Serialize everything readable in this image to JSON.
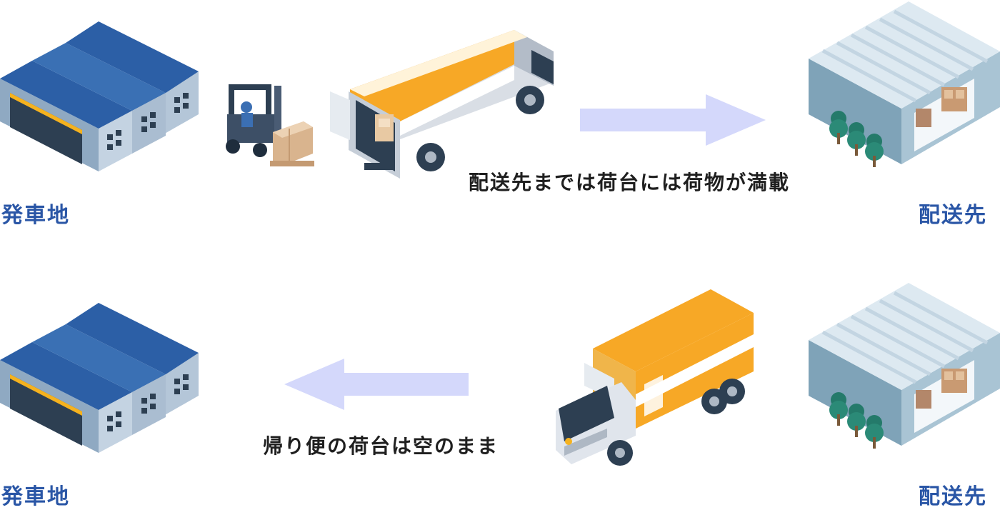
{
  "colors": {
    "place_label": "#2a56a6",
    "roof": "#2e62a8",
    "truck_box": "#f7a826",
    "arrow": "#d4d8fb",
    "warehouse": "#8fb3c8"
  },
  "outbound": {
    "origin_label": "発車地",
    "destination_label": "配送先",
    "caption": "配送先までは荷台には荷物が満載"
  },
  "return": {
    "origin_label": "発車地",
    "destination_label": "配送先",
    "caption": "帰り便の荷台は空のまま"
  },
  "icons": [
    "factory-icon",
    "forklift-icon",
    "truck-loaded-icon",
    "arrow-right-icon",
    "warehouse-icon",
    "truck-empty-icon",
    "arrow-left-icon"
  ]
}
